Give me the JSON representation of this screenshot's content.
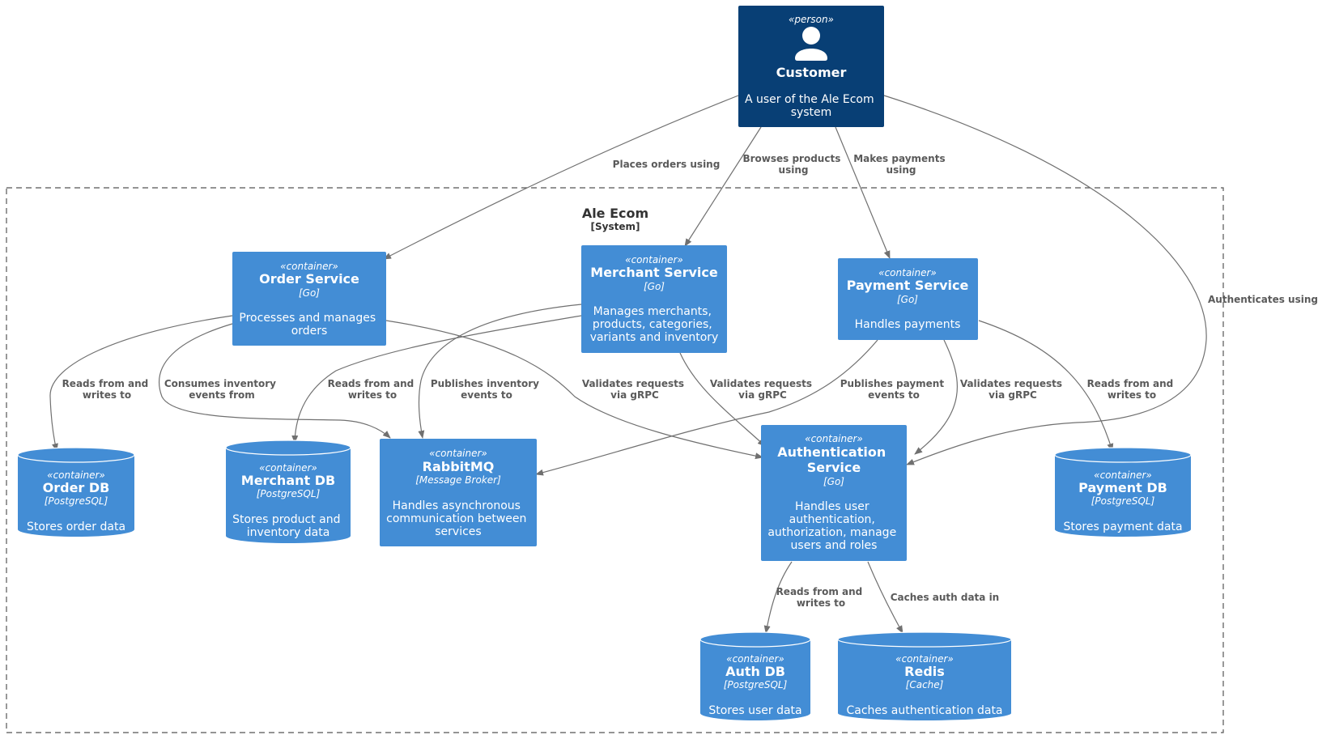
{
  "colors": {
    "person": "#083f75",
    "container": "#438dd5",
    "line": "#707070",
    "label": "#5a5a5a"
  },
  "boundary": {
    "title": "Ale Ecom",
    "type": "[System]"
  },
  "nodes": {
    "customer": {
      "stereotype": "«person»",
      "title": "Customer",
      "desc": [
        "A user of the Ale Ecom",
        "system"
      ],
      "icon": "person-icon"
    },
    "order_service": {
      "stereotype": "«container»",
      "title": "Order Service",
      "tech": "[Go]",
      "desc": [
        "Processes and manages",
        "orders"
      ]
    },
    "merchant_service": {
      "stereotype": "«container»",
      "title": "Merchant Service",
      "tech": "[Go]",
      "desc": [
        "Manages merchants,",
        "products, categories,",
        "variants and inventory"
      ]
    },
    "payment_service": {
      "stereotype": "«container»",
      "title": "Payment Service",
      "tech": "[Go]",
      "desc": [
        "Handles payments"
      ]
    },
    "auth_service": {
      "stereotype": "«container»",
      "title": [
        "Authentication",
        "Service"
      ],
      "tech": "[Go]",
      "desc": [
        "Handles user",
        "authentication,",
        "authorization, manage",
        "users and roles"
      ]
    },
    "rabbitmq": {
      "stereotype": "«container»",
      "title": "RabbitMQ",
      "tech": "[Message Broker]",
      "desc": [
        "Handles asynchronous",
        "communication between",
        "services"
      ]
    },
    "order_db": {
      "stereotype": "«container»",
      "title": "Order DB",
      "tech": "[PostgreSQL]",
      "desc": [
        "Stores order data"
      ]
    },
    "merchant_db": {
      "stereotype": "«container»",
      "title": "Merchant DB",
      "tech": "[PostgreSQL]",
      "desc": [
        "Stores product and",
        "inventory data"
      ]
    },
    "payment_db": {
      "stereotype": "«container»",
      "title": "Payment DB",
      "tech": "[PostgreSQL]",
      "desc": [
        "Stores payment data"
      ]
    },
    "auth_db": {
      "stereotype": "«container»",
      "title": "Auth DB",
      "tech": "[PostgreSQL]",
      "desc": [
        "Stores user data"
      ]
    },
    "redis": {
      "stereotype": "«container»",
      "title": "Redis",
      "tech": "[Cache]",
      "desc": [
        "Caches authentication data"
      ]
    }
  },
  "edges": {
    "customer_order": [
      "Places orders using"
    ],
    "customer_merchant": [
      "Browses products",
      "using"
    ],
    "customer_payment": [
      "Makes payments",
      "using"
    ],
    "customer_auth": [
      "Authenticates using"
    ],
    "order_orderdb": [
      "Reads from and",
      "writes to"
    ],
    "order_rabbit": [
      "Consumes inventory",
      "events from"
    ],
    "merchant_merchantdb": [
      "Reads from and",
      "writes to"
    ],
    "merchant_rabbit": [
      "Publishes inventory",
      "events to"
    ],
    "order_auth": [
      "Validates requests",
      "via gRPC"
    ],
    "merchant_auth": [
      "Validates requests",
      "via gRPC"
    ],
    "payment_rabbit": [
      "Publishes payment",
      "events to"
    ],
    "payment_auth": [
      "Validates requests",
      "via gRPC"
    ],
    "payment_paymentdb": [
      "Reads from and",
      "writes to"
    ],
    "auth_authdb": [
      "Reads from and",
      "writes to"
    ],
    "auth_redis": [
      "Caches auth data in"
    ]
  }
}
